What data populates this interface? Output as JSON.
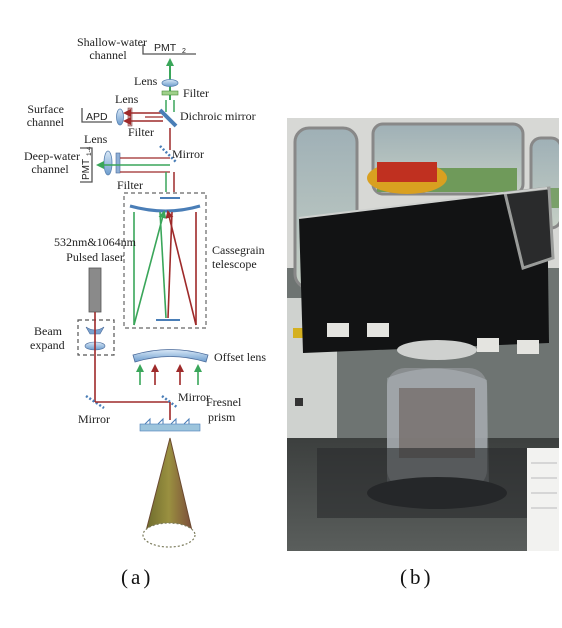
{
  "panel_a": {
    "caption": "(a)",
    "labels": {
      "shallow_channel": [
        "Shallow-water",
        "channel"
      ],
      "pmt2": "PMT",
      "pmt2_sub": "2",
      "lens_top": "Lens",
      "filter_top": "Filter",
      "surface_channel": [
        "Surface",
        "channel"
      ],
      "apd": "APD",
      "lens_mid": "Lens",
      "dichroic": "Dichroic mirror",
      "filter_mid": "Filter",
      "lens_low": "Lens",
      "mirror_upper": "Mirror",
      "deep_channel": [
        "Deep-water",
        "channel"
      ],
      "pmt14": "PMT",
      "pmt14_sub": "1-4",
      "filter_low": "Filter",
      "laser": [
        "532nm&1064nm",
        "Pulsed laser"
      ],
      "cassegrain": [
        "Cassegrain",
        "telescope"
      ],
      "beam_expand": [
        "Beam",
        "expand"
      ],
      "offset_lens": "Offset lens",
      "mirror_left": "Mirror",
      "mirror_right": "Mirror",
      "fresnel": [
        "Fresnel",
        "prism"
      ]
    }
  },
  "panel_b": {
    "caption": "(b)"
  }
}
